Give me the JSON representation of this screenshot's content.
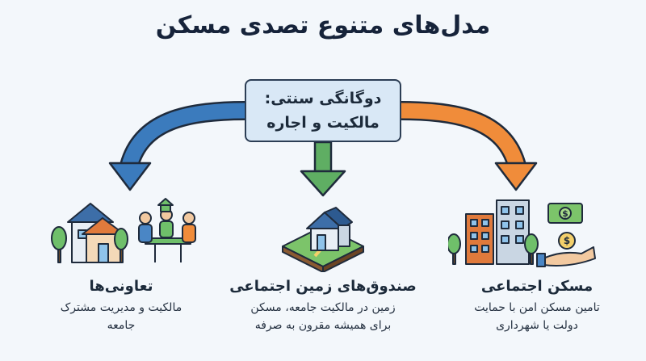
{
  "title": "مدل‌های متنوع تصدی مسکن",
  "center": {
    "line1": "دوگانگی سنتی:",
    "line2": "مالکیت و اجاره"
  },
  "models": [
    {
      "title": "تعاونی‌ها",
      "desc1": "مالکیت و مدیریت مشترک",
      "desc2": "جامعه",
      "arrow_color": "#3b7bbd"
    },
    {
      "title": "صندوق‌های زمین اجتماعی",
      "desc1": "زمین در مالکیت جامعه، مسکن",
      "desc2": "برای همیشه مقرون به صرفه",
      "arrow_color": "#5fae63"
    },
    {
      "title": "مسکن اجتماعی",
      "desc1": "تامین مسکن امن با حمایت",
      "desc2": "دولت یا شهرداری",
      "arrow_color": "#f08c3a"
    }
  ],
  "icons": {
    "left": "cooperative-houses-people-icon",
    "middle": "house-on-land-icon",
    "right": "apartment-buildings-money-hand-icon",
    "money_symbol": "$"
  }
}
